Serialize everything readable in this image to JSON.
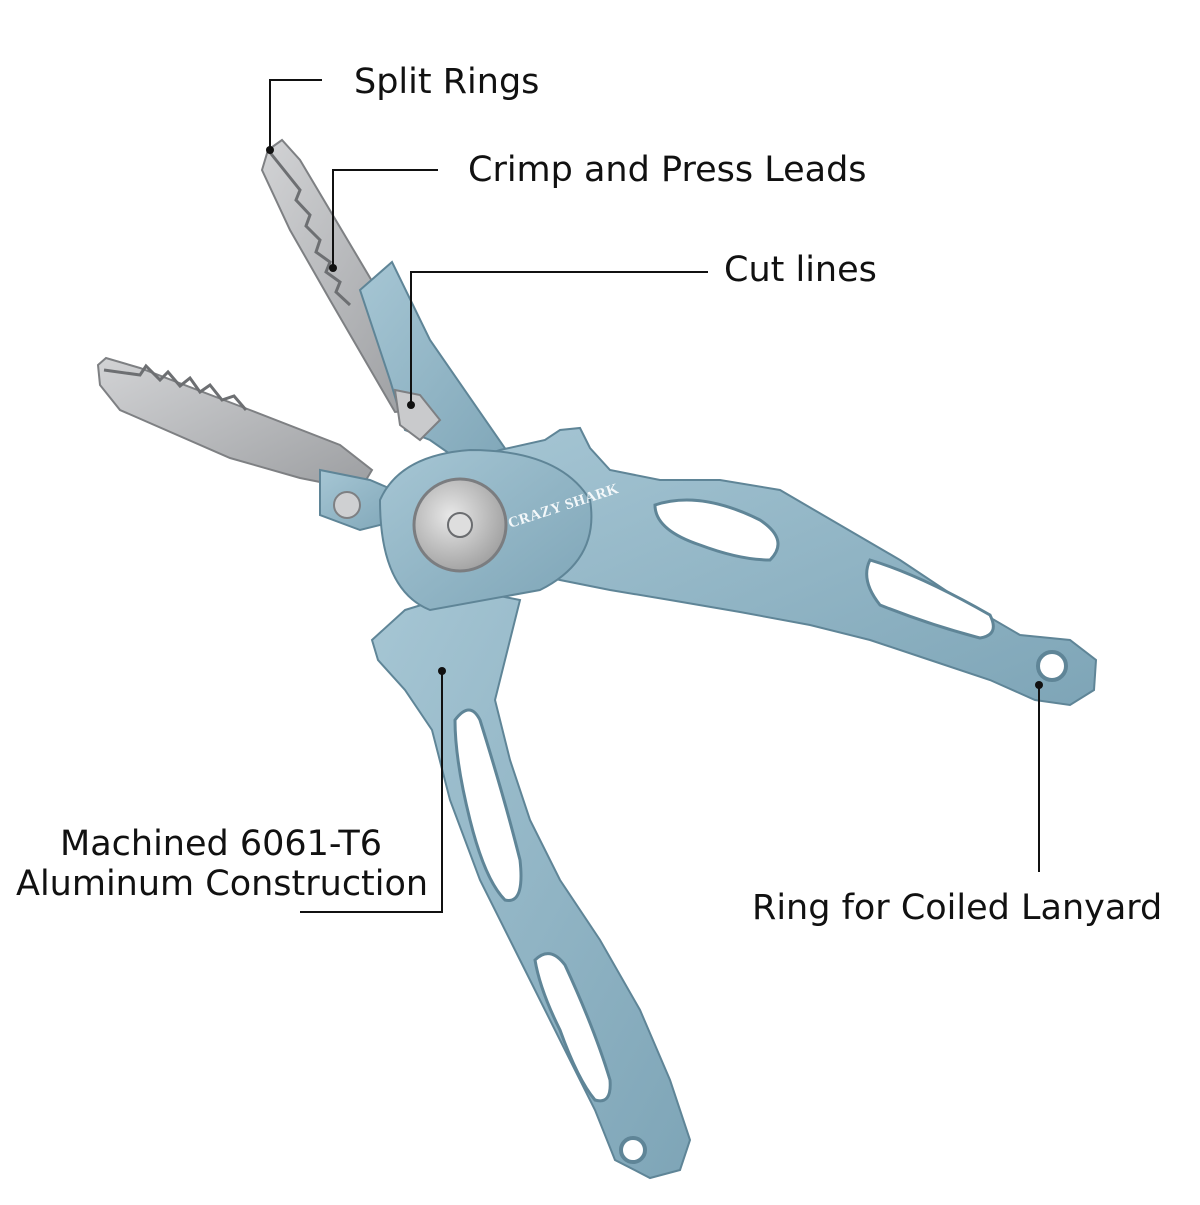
{
  "labels": {
    "split_rings": "Split Rings",
    "crimp_press": "Crimp and  Press Leads",
    "cut_lines": "Cut lines",
    "construction_line1": "Machined 6061-T6",
    "construction_line2": "Aluminum Construction",
    "lanyard_ring": "Ring for Coiled Lanyard"
  },
  "tool": {
    "brand": "CRAZY SHARK"
  },
  "colors": {
    "body": "#8fb4c4",
    "body_shade": "#6f96a8",
    "steel": "#b9babc",
    "leader": "#111111"
  }
}
